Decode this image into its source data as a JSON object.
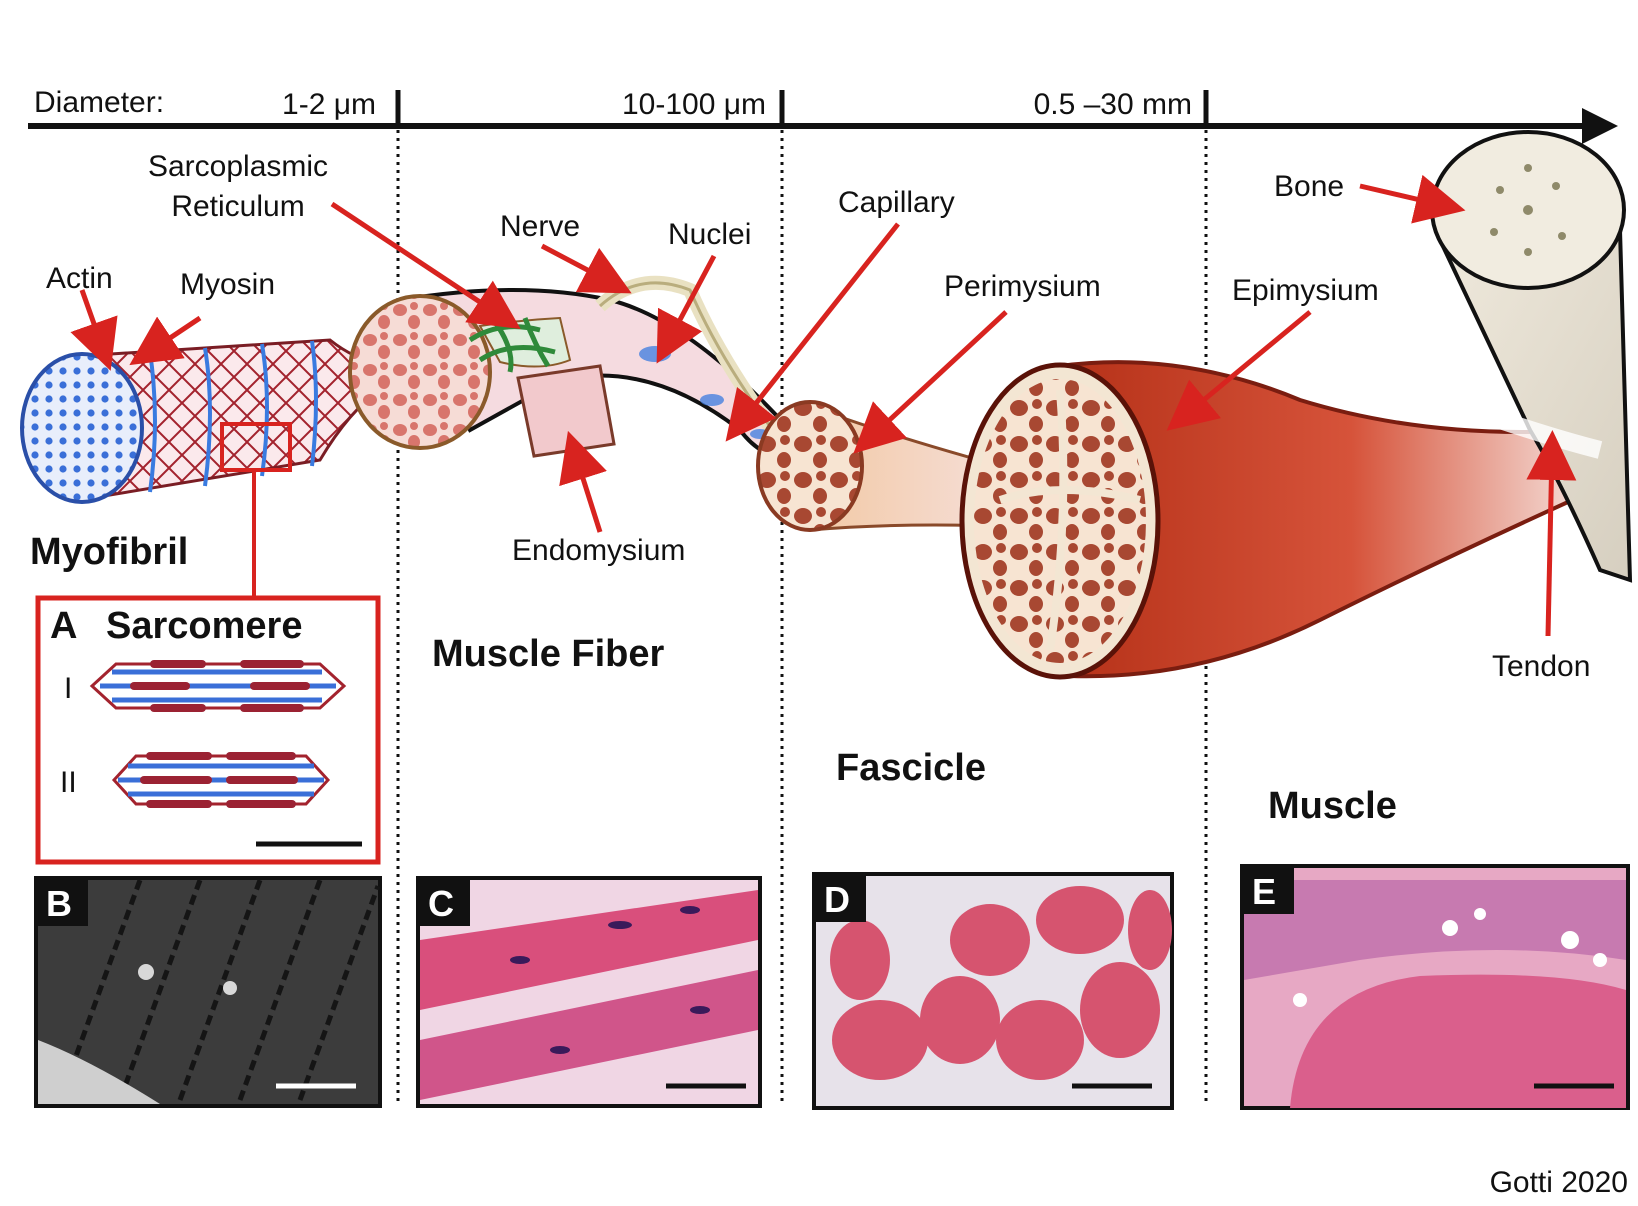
{
  "axis": {
    "label": "Diameter:",
    "ticks": [
      "1-2 μm",
      "10-100 μm",
      "0.5 –30  mm"
    ]
  },
  "labels": {
    "sarcoplasmic_1": "Sarcoplasmic",
    "sarcoplasmic_2": "Reticulum",
    "actin": "Actin",
    "myosin": "Myosin",
    "nerve": "Nerve",
    "nuclei": "Nuclei",
    "capillary": "Capillary",
    "perimysium": "Perimysium",
    "bone": "Bone",
    "epimysium": "Epimysium",
    "endomysium": "Endomysium",
    "tendon": "Tendon"
  },
  "sections": {
    "myofibril": "Myofibril",
    "muscle_fiber": "Muscle Fiber",
    "fascicle": "Fascicle",
    "muscle": "Muscle"
  },
  "inset": {
    "letter": "A",
    "title": "Sarcomere",
    "row1": "I",
    "row2": "II"
  },
  "panels": [
    "B",
    "C",
    "D",
    "E"
  ],
  "credit": "Gotti 2020",
  "colors": {
    "red_arrow": "#d8231f",
    "actin_blue": "#3a7be0",
    "myosin_red": "#a3232e",
    "muscle_red": "#c53a22",
    "he_pink": "#d94f7c"
  }
}
